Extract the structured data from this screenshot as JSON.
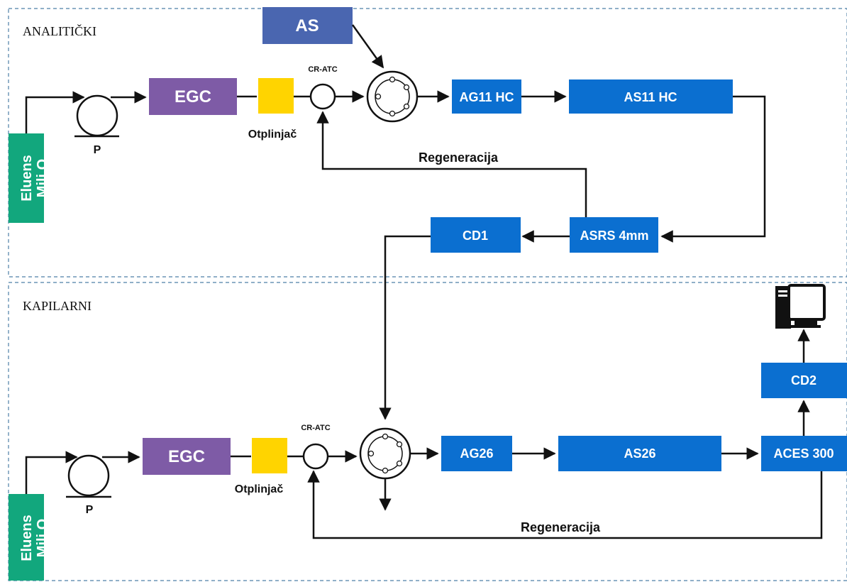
{
  "sections": {
    "top": "ANALITIČKI",
    "bottom": "KAPILARNI"
  },
  "colors": {
    "blue": "#0b6fd0",
    "purple": "#7e5ba6",
    "yellow": "#ffd400",
    "green": "#12a77d",
    "slate": "#4a66b0",
    "dash": "#4e7fa6"
  },
  "top": {
    "eluent": [
      "Eluens",
      "Mili Q"
    ],
    "pump": "P",
    "egc": "EGC",
    "degasser": "Otplinjač",
    "cratc": "CR-ATC",
    "autosampler": "AS",
    "guard": "AG11 HC",
    "column": "AS11 HC",
    "suppressor": "ASRS 4mm",
    "detector": "CD1",
    "regen": "Regeneracija"
  },
  "bottom": {
    "eluent": [
      "Eluens",
      "Mili Q"
    ],
    "pump": "P",
    "egc": "EGC",
    "degasser": "Otplinjač",
    "cratc": "CR-ATC",
    "guard": "AG26",
    "column": "AS26",
    "suppressor": "ACES 300",
    "detector": "CD2",
    "regen": "Regeneracija",
    "computer": "computer-icon"
  }
}
